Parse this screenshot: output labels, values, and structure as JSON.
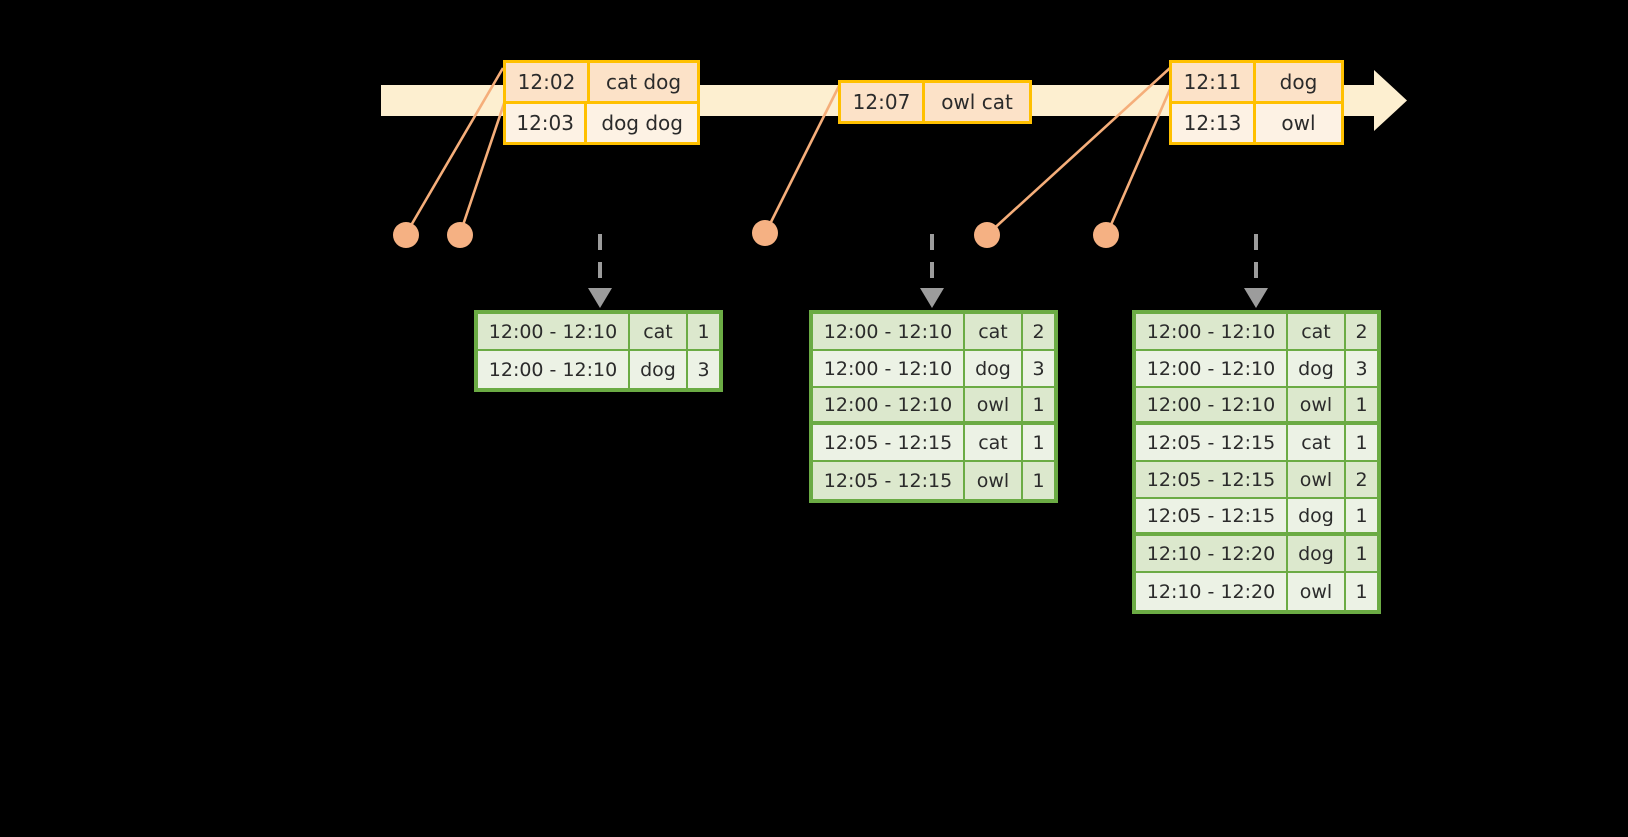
{
  "colors": {
    "background": "#000000",
    "timeline_bar": "#FDEFD0",
    "event_border": "#FFC000",
    "event_fill_shade": "#FCE2C8",
    "event_fill_plain": "#FDF2E4",
    "connector": "#F5AE7A",
    "dot": "#F5B183",
    "table_border": "#6BAB44",
    "table_row_dark": "#DCE8CD",
    "table_row_light": "#ECF2E5",
    "dashed_arrow": "#9C9C9C",
    "text": "#2b2b2b"
  },
  "timeline": {
    "name": "event-stream-timeline",
    "events": [
      {
        "id": "event-group-1",
        "rows": [
          {
            "time": "12:02",
            "words": "cat dog"
          },
          {
            "time": "12:03",
            "words": "dog dog"
          }
        ]
      },
      {
        "id": "event-group-2",
        "rows": [
          {
            "time": "12:07",
            "words": "owl cat"
          }
        ]
      },
      {
        "id": "event-group-3",
        "rows": [
          {
            "time": "12:11",
            "words": "dog"
          },
          {
            "time": "12:13",
            "words": "owl"
          }
        ]
      }
    ]
  },
  "tables": [
    {
      "id": "result-table-1",
      "rows": [
        {
          "window": "12:00 - 12:10",
          "word": "cat",
          "count": "1"
        },
        {
          "window": "12:00 - 12:10",
          "word": "dog",
          "count": "3"
        }
      ]
    },
    {
      "id": "result-table-2",
      "rows": [
        {
          "window": "12:00 - 12:10",
          "word": "cat",
          "count": "2"
        },
        {
          "window": "12:00 - 12:10",
          "word": "dog",
          "count": "3"
        },
        {
          "window": "12:00 - 12:10",
          "word": "owl",
          "count": "1"
        },
        {
          "window": "12:05 - 12:15",
          "word": "cat",
          "count": "1"
        },
        {
          "window": "12:05 - 12:15",
          "word": "owl",
          "count": "1"
        }
      ]
    },
    {
      "id": "result-table-3",
      "rows": [
        {
          "window": "12:00 - 12:10",
          "word": "cat",
          "count": "2"
        },
        {
          "window": "12:00 - 12:10",
          "word": "dog",
          "count": "3"
        },
        {
          "window": "12:00 - 12:10",
          "word": "owl",
          "count": "1"
        },
        {
          "window": "12:05 - 12:15",
          "word": "cat",
          "count": "1"
        },
        {
          "window": "12:05 - 12:15",
          "word": "owl",
          "count": "2"
        },
        {
          "window": "12:05 - 12:15",
          "word": "dog",
          "count": "1"
        },
        {
          "window": "12:10 - 12:20",
          "word": "dog",
          "count": "1"
        },
        {
          "window": "12:10 - 12:20",
          "word": "owl",
          "count": "1"
        }
      ]
    }
  ]
}
